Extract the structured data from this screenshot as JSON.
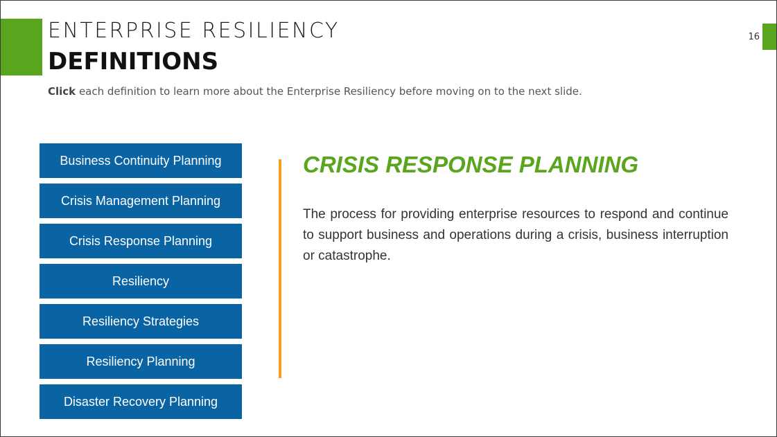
{
  "slide": {
    "number": "16",
    "title_line1": "ENTERPRISE RESILIENCY",
    "title_line2": "DEFINITIONS",
    "instruction_bold": "Click",
    "instruction_rest": " each definition to learn more about the Enterprise Resiliency before moving on to the next slide."
  },
  "menu": {
    "items": [
      {
        "label": "Business Continuity Planning"
      },
      {
        "label": "Crisis Management Planning"
      },
      {
        "label": "Crisis Response Planning"
      },
      {
        "label": "Resiliency"
      },
      {
        "label": "Resiliency Strategies"
      },
      {
        "label": "Resiliency Planning"
      },
      {
        "label": "Disaster Recovery Planning"
      }
    ]
  },
  "detail": {
    "title": "CRISIS RESPONSE PLANNING",
    "body": "The process for providing enterprise resources to respond and continue to support business and operations during a crisis, business interruption or catastrophe."
  },
  "colors": {
    "accent_green": "#5aa51e",
    "button_blue": "#0a64a4",
    "divider_orange": "#f0a020"
  }
}
